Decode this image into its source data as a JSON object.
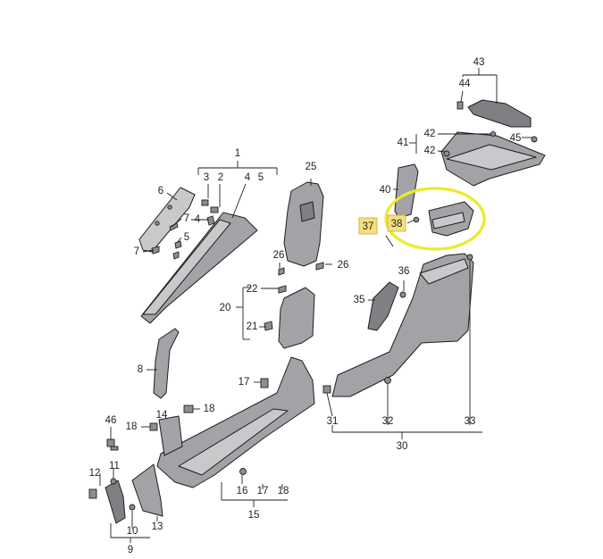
{
  "diagram": {
    "highlight_color": "#ecea2c",
    "part_fill_color": "#a3a3a7",
    "labels": [
      "1",
      "2",
      "3",
      "4",
      "5",
      "6",
      "7",
      "8",
      "9",
      "10",
      "11",
      "12",
      "13",
      "14",
      "15",
      "16",
      "17",
      "18",
      "20",
      "21",
      "22",
      "25",
      "26",
      "30",
      "31",
      "32",
      "33",
      "35",
      "36",
      "37",
      "38",
      "40",
      "41",
      "42",
      "43",
      "44",
      "45",
      "46"
    ],
    "highlighted_labels": [
      "37",
      "38"
    ]
  }
}
